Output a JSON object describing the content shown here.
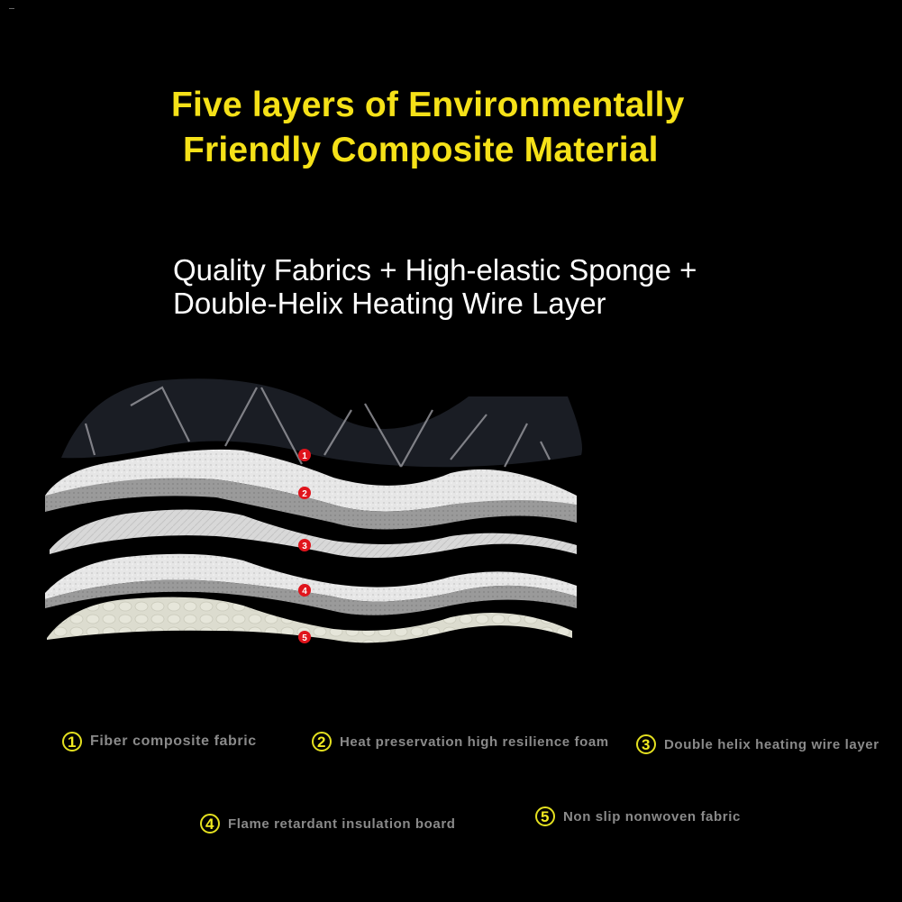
{
  "title": {
    "line1": "Five layers of Environmentally",
    "line2": "Friendly Composite Material",
    "color": "#f5e118"
  },
  "subtitle": {
    "line1": "Quality Fabrics + High-elastic Sponge +",
    "line2": "Double-Helix Heating Wire Layer"
  },
  "illustration": {
    "markers": [
      "1",
      "2",
      "3",
      "4",
      "5"
    ],
    "marker_color": "#e0141c"
  },
  "legend": [
    {
      "num": "1",
      "label": "Fiber composite fabric"
    },
    {
      "num": "2",
      "label": "Heat preservation high resilience foam"
    },
    {
      "num": "3",
      "label": "Double helix heating wire layer"
    },
    {
      "num": "4",
      "label": "Flame retardant insulation board"
    },
    {
      "num": "5",
      "label": "Non slip nonwoven fabric"
    }
  ]
}
